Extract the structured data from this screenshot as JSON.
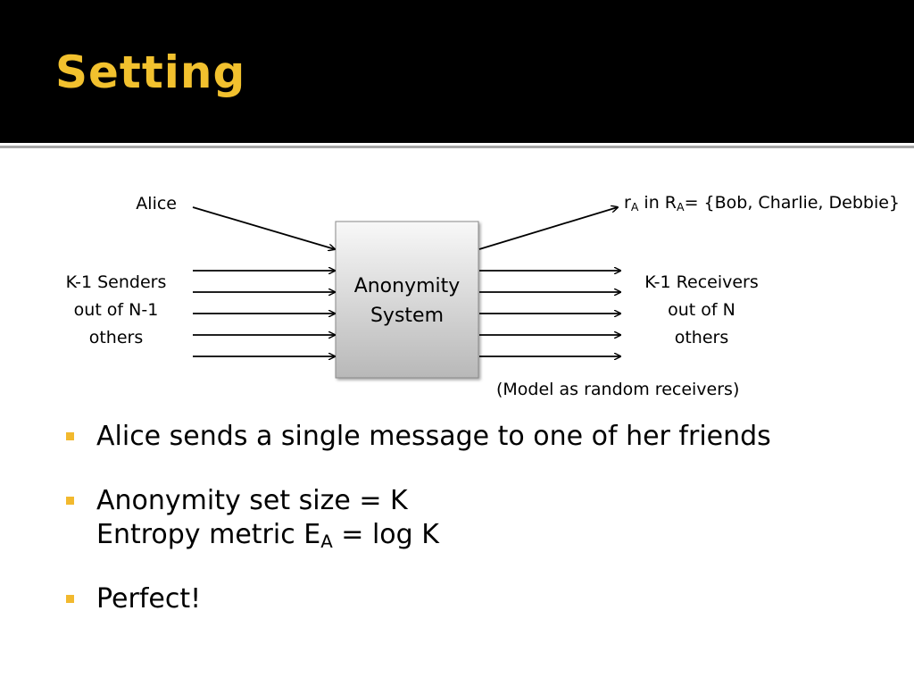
{
  "slide": {
    "title": "Setting"
  },
  "diagram": {
    "alice_label": "Alice",
    "senders_label": [
      "K-1 Senders",
      "out of N-1",
      "others"
    ],
    "box_label": [
      "Anonymity",
      "System"
    ],
    "receivers_label": [
      "K-1 Receivers",
      "out of N",
      "others"
    ],
    "recipient": {
      "r": "r",
      "r_sub": "A",
      "in_text": " in R",
      "set_sub": "A",
      "set": "= {Bob, Charlie, Debbie}"
    },
    "note": "(Model as random receivers)"
  },
  "bullets": [
    {
      "text": "Alice sends a single message to one of her friends"
    },
    {
      "line1": "Anonymity set size = K",
      "line2_pre": "Entropy metric E",
      "line2_sub": "A",
      "line2_post": " = log K"
    },
    {
      "text": "Perfect!"
    }
  ],
  "colors": {
    "title": "#f2c12e",
    "bullet": "#f2b92e",
    "box_top": "#f8f8f8",
    "box_bottom": "#b8b8b8"
  }
}
